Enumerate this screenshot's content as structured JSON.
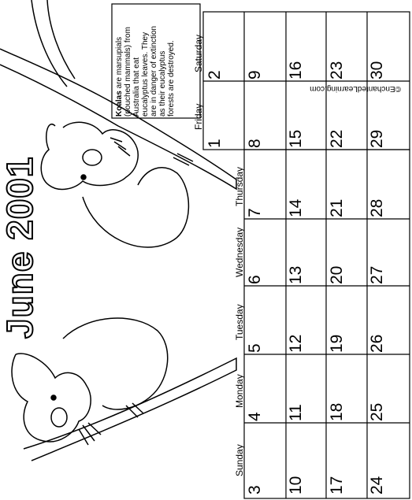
{
  "title": "June 2001",
  "credit": "©EnchantedLearning.com",
  "info": {
    "bold_word": "Koalas",
    "lines_after_bold": " are marsupials",
    "lines": [
      "(pouched mammals) from",
      "Australia that eat",
      "eucalyptus leaves. They",
      "are in danger of extinction",
      "as their eucalyptus",
      "forests are destroyed."
    ]
  },
  "days": [
    "Sunday",
    "Monday",
    "Tuesday",
    "Wednesday",
    "Thursday",
    "Friday",
    "Saturday"
  ],
  "dates": {
    "sunday": [
      "3",
      "10",
      "17",
      "24"
    ],
    "monday": [
      "4",
      "11",
      "18",
      "25"
    ],
    "tuesday": [
      "5",
      "12",
      "19",
      "26"
    ],
    "wednesday": [
      "6",
      "13",
      "20",
      "27"
    ],
    "thursday": [
      "7",
      "14",
      "21",
      "28"
    ],
    "friday": [
      "1",
      "8",
      "15",
      "22",
      "29"
    ],
    "saturday": [
      "2",
      "9",
      "16",
      "23",
      "30"
    ]
  }
}
